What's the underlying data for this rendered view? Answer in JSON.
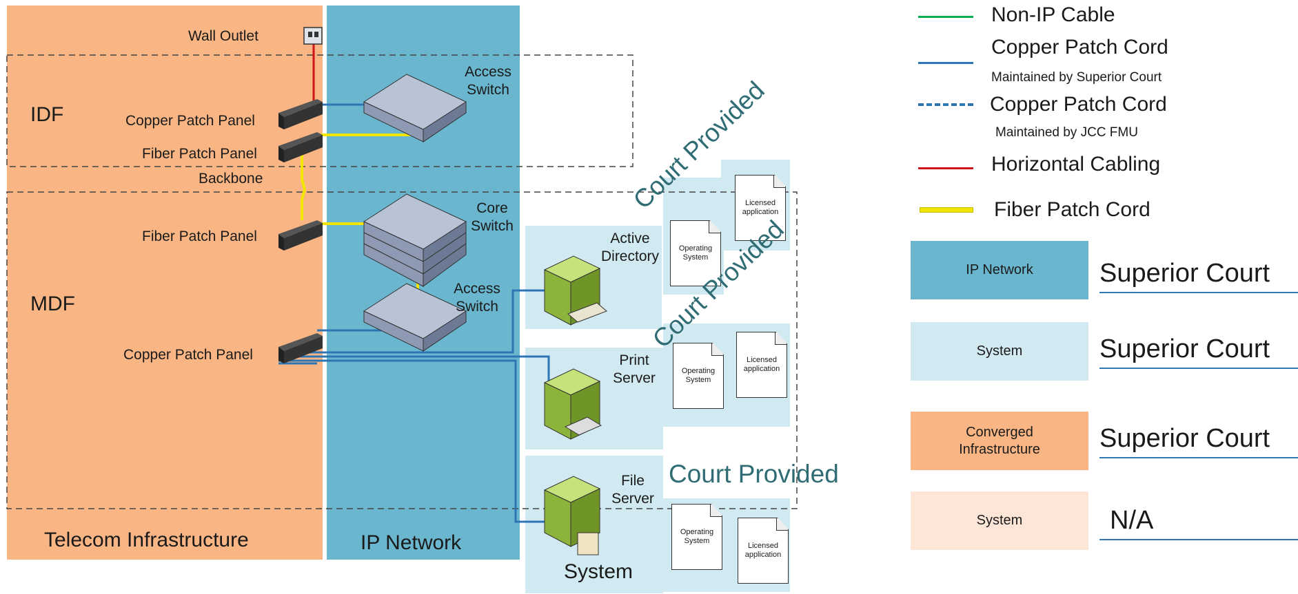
{
  "colors": {
    "telecom": "#f9b684",
    "ip_network": "#6ab6cf",
    "system": "#d1e9f1",
    "system_na": "#fde6d8",
    "non_ip": "#00b050",
    "copper": "#2e75b6",
    "horizontal": "#d0121b",
    "fiber": "#f2e600",
    "court_text": "#2f6c74"
  },
  "zones": {
    "telecom_label": "Telecom Infrastructure",
    "ip_label": "IP Network",
    "system_label": "System",
    "idf": "IDF",
    "mdf": "MDF"
  },
  "labels": {
    "wall_outlet": "Wall Outlet",
    "idf_copper_panel": "Copper Patch Panel",
    "idf_fiber_panel": "Fiber Patch Panel",
    "backbone": "Backbone",
    "mdf_fiber_panel": "Fiber Patch Panel",
    "mdf_copper_panel": "Copper Patch Panel"
  },
  "devices": {
    "access_switch_idf": [
      "Access",
      "Switch"
    ],
    "core_switch": [
      "Core",
      "Switch"
    ],
    "access_switch_mdf": [
      "Access",
      "Switch"
    ],
    "active_directory": [
      "Active",
      "Directory"
    ],
    "print_server": [
      "Print",
      "Server"
    ],
    "file_server": [
      "File",
      "Server"
    ]
  },
  "docs": {
    "operating_system": [
      "Operating",
      "System"
    ],
    "licensed_application": [
      "Licensed",
      "application"
    ]
  },
  "court_provided": "Court Provided",
  "legend": {
    "lines": [
      {
        "label": "Non-IP Cable",
        "sub": "",
        "style": "non_ip"
      },
      {
        "label": "Copper Patch Cord",
        "sub": "Maintained by Superior Court",
        "style": "copper"
      },
      {
        "label": "Copper Patch Cord",
        "sub": "Maintained by JCC FMU",
        "style": "copper_dashed"
      },
      {
        "label": "Horizontal Cabling",
        "sub": "",
        "style": "horizontal"
      },
      {
        "label": "Fiber Patch Cord",
        "sub": "",
        "style": "fiber"
      }
    ],
    "blocks": [
      {
        "label": [
          "IP Network"
        ],
        "owner": "Superior Court"
      },
      {
        "label": [
          "System"
        ],
        "owner": "Superior Court"
      },
      {
        "label": [
          "Converged",
          "Infrastructure"
        ],
        "owner": "Superior Court"
      },
      {
        "label": [
          "System"
        ],
        "owner": "N/A"
      }
    ]
  }
}
